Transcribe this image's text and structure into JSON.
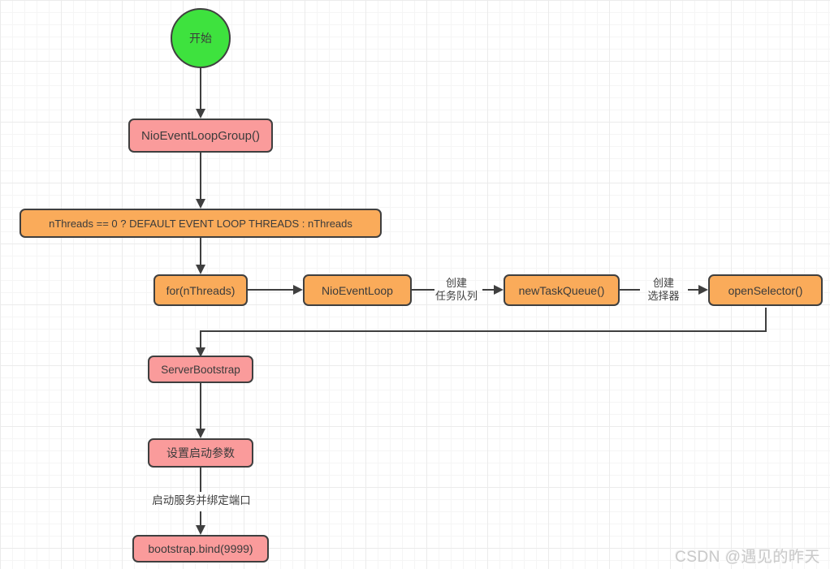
{
  "diagram": {
    "title_context": "Netty server startup flowchart",
    "colors": {
      "start_fill": "#3ee23e",
      "pink_fill": "#fa9b9b",
      "orange_fill": "#faab5a",
      "stroke": "#3f3f3f",
      "grid_minor": "#f5f5f5",
      "grid_major": "#ebebeb"
    },
    "nodes": {
      "start": {
        "label": "开始"
      },
      "nio_event_loop_group": {
        "label": "NioEventLoopGroup()"
      },
      "nthreads_ternary": {
        "label": "nThreads == 0 ? DEFAULT EVENT LOOP THREADS : nThreads"
      },
      "for_nthreads": {
        "label": "for(nThreads)"
      },
      "nio_event_loop": {
        "label": "NioEventLoop"
      },
      "new_task_queue": {
        "label": "newTaskQueue()"
      },
      "open_selector": {
        "label": "openSelector()"
      },
      "server_bootstrap": {
        "label": "ServerBootstrap"
      },
      "set_startup_params": {
        "label": "设置启动参数"
      },
      "bootstrap_bind": {
        "label": "bootstrap.bind(9999)"
      }
    },
    "edge_labels": {
      "create_task_queue": {
        "line1": "创建",
        "line2": "任务队列"
      },
      "create_selector": {
        "line1": "创建",
        "line2": "选择器"
      },
      "bind_port": "启动服务并绑定端口"
    },
    "watermark": "CSDN @遇见的昨天"
  }
}
